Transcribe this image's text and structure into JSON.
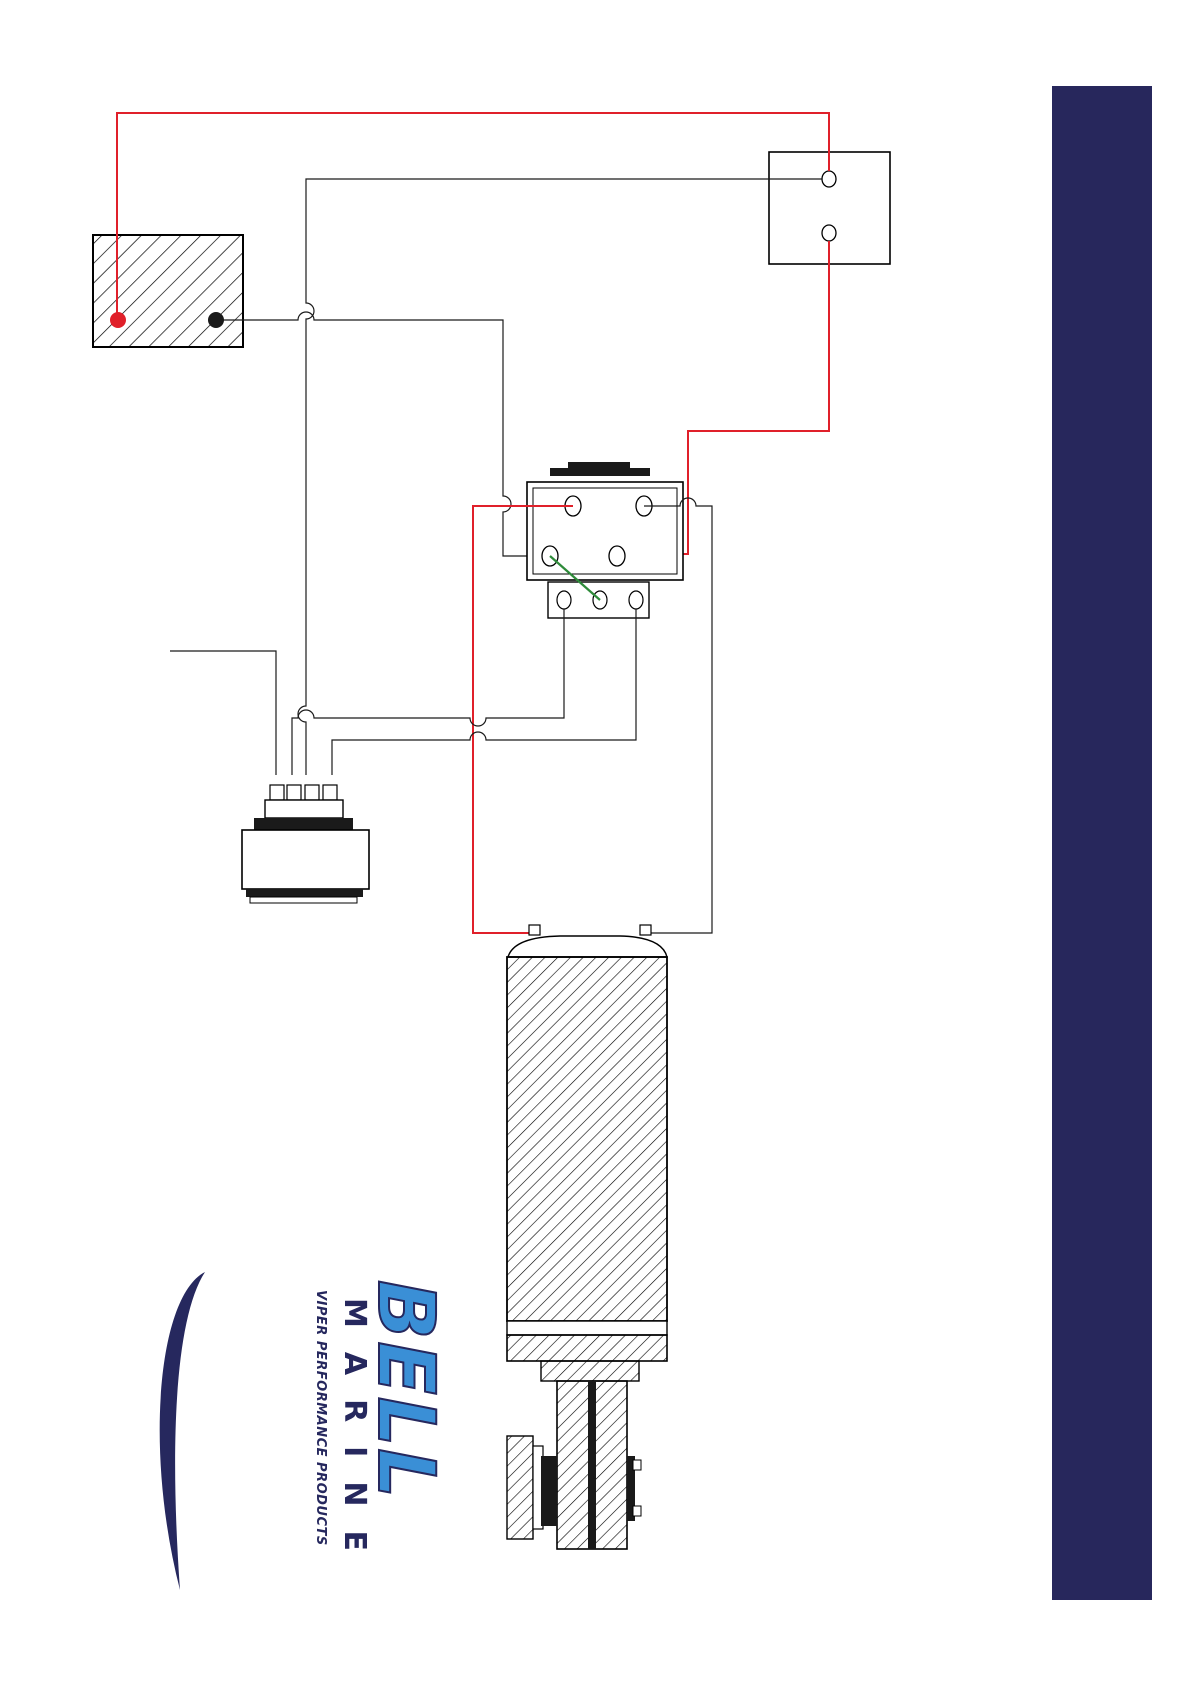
{
  "colors": {
    "sidebar": "#27275c",
    "positive_wire": "#e0202a",
    "negative_wire": "#1a1a1a",
    "jumper_wire": "#2e8b3a",
    "logo_blue": "#3a8fd6",
    "logo_navy": "#26285e"
  },
  "logo": {
    "word": "BELL",
    "sub": "MARINE",
    "tagline": "VIPER PERFORMANCE PRODUCTS"
  },
  "components": [
    "battery",
    "switch-box",
    "solenoid",
    "rocker-switch",
    "motor"
  ]
}
